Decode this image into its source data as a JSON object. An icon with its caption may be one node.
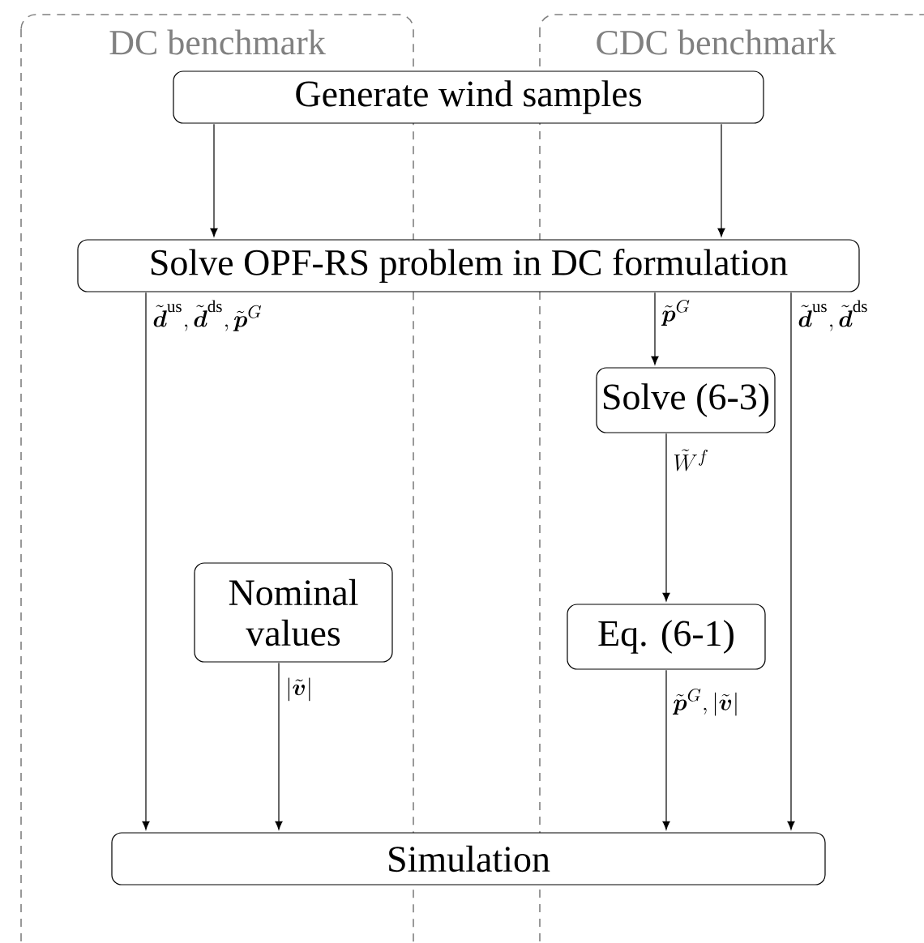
{
  "diagram": {
    "nodes": [
      {
        "text": [
          "DC benchmark"
        ]
      },
      {
        "text": [
          "CDC benchmark"
        ]
      },
      {
        "text": [
          "Generate wind samples"
        ]
      },
      {
        "text": [
          "Solve OPF-RS problem in DC formulation"
        ]
      },
      {
        "text": [
          "Solve (6-3)"
        ],
        "in": 1
      },
      {
        "text": [
          "Nominal values"
        ],
        "in": 0
      },
      {
        "text": [
          "Eq. (6-1)"
        ],
        "in": 1
      },
      {
        "text": [
          "Simulation"
        ]
      }
    ],
    "edges": [
      {
        "from": 2,
        "to": 3,
        "arrow": "to"
      },
      {
        "from": 2,
        "to": 3,
        "arrow": "to"
      },
      {
        "from": 3,
        "to": 7,
        "arrow": "to",
        "label": "\\tilde{\\boldsymbol{d}}^{\\mathrm{us}}, \\tilde{\\boldsymbol{d}}^{\\mathrm{ds}}, \\tilde{\\boldsymbol{p}}^{G}"
      },
      {
        "from": 3,
        "to": 4,
        "arrow": "to",
        "label": "\\tilde{\\boldsymbol{p}}^{G}"
      },
      {
        "from": 3,
        "to": 7,
        "arrow": "to",
        "label": "\\tilde{\\boldsymbol{d}}^{\\mathrm{us}}, \\tilde{\\boldsymbol{d}}^{\\mathrm{ds}}"
      },
      {
        "from": 4,
        "to": 6,
        "arrow": "to",
        "label": "\\tilde{W}^{f}"
      },
      {
        "from": 5,
        "to": 7,
        "arrow": "to",
        "label": "|\\tilde{\\boldsymbol{v}}|"
      },
      {
        "from": 6,
        "to": 7,
        "arrow": "to",
        "label": "\\tilde{\\boldsymbol{p}}^{G}, |\\tilde{\\boldsymbol{v}}|"
      }
    ]
  }
}
